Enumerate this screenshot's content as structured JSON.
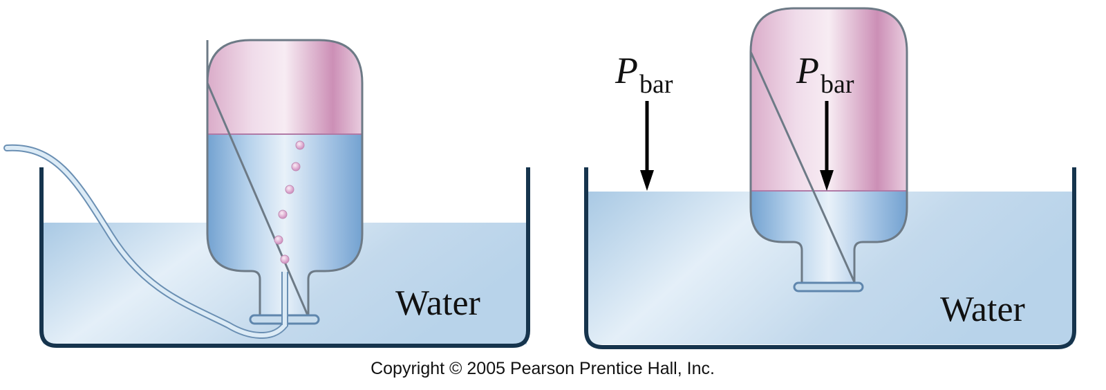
{
  "left_panel": {
    "water_label": "Water"
  },
  "right_panel": {
    "water_label": "Water",
    "pressure_labels": [
      {
        "symbol": "P",
        "subscript": "bar"
      },
      {
        "symbol": "P",
        "subscript": "bar"
      }
    ]
  },
  "copyright": "Copyright © 2005 Pearson Prentice Hall, Inc.",
  "colors": {
    "water_light": "#d6e6f3",
    "water_mid": "#b3d0e8",
    "water_dark": "#6e9ccc",
    "gas_light": "#f4e0ec",
    "gas_mid": "#d9a6c6",
    "outline": "#1f3f5a",
    "bubble": "#dba6d0"
  }
}
